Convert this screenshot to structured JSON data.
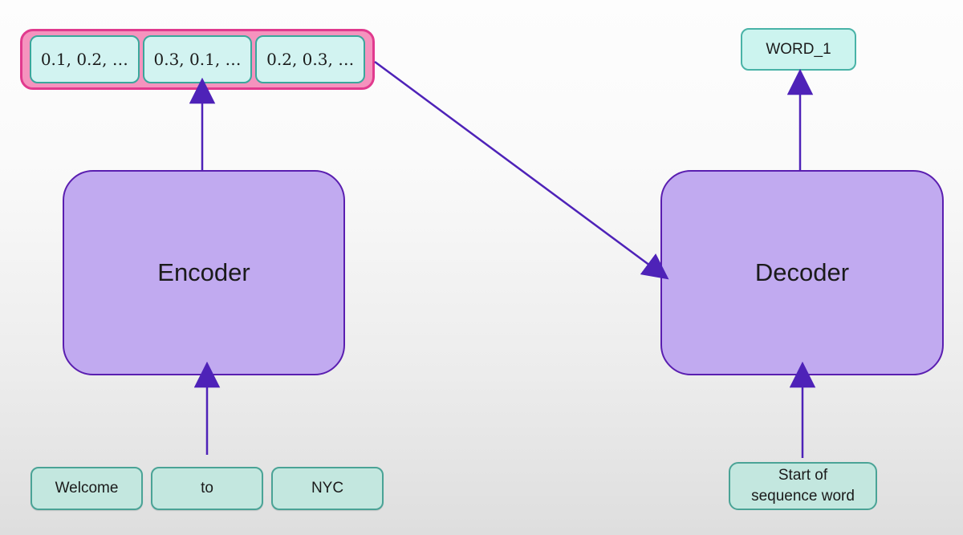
{
  "context_vector": {
    "cells": [
      {
        "label": "0.1, 0.2, …"
      },
      {
        "label": "0.3, 0.1, …"
      },
      {
        "label": "0.2, 0.3, …"
      }
    ]
  },
  "encoder": {
    "label": "Encoder"
  },
  "decoder": {
    "label": "Decoder"
  },
  "input_tokens": [
    {
      "label": "Welcome"
    },
    {
      "label": "to"
    },
    {
      "label": "NYC"
    }
  ],
  "output_token": {
    "label": "WORD_1"
  },
  "start_token": {
    "line1": "Start of",
    "line2": "sequence word"
  },
  "colors": {
    "block_fill": "#c1aaf0",
    "block_border": "#5a1eb0",
    "arrow": "#4e22b8",
    "vector_wrap_fill": "#f593be",
    "vector_wrap_border": "#e13a8e",
    "vector_cell_fill": "#d2f3f1",
    "vector_cell_border": "#3aa79c",
    "token_fill": "#c3e7df",
    "token_border": "#4aa396",
    "word_fill": "#ccf4ef",
    "word_border": "#49b3a7",
    "text": "#1b1b1b"
  }
}
